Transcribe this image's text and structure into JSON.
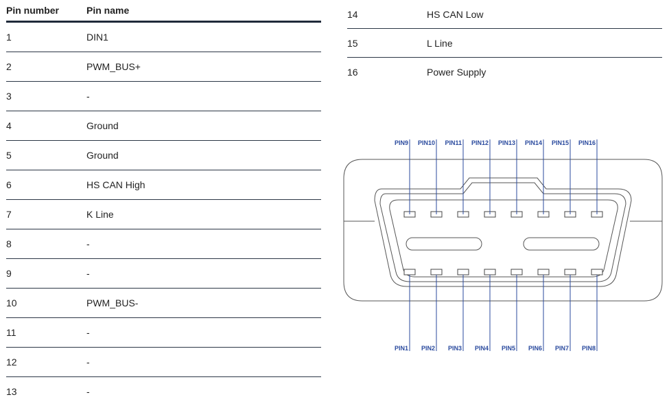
{
  "table": {
    "headers": [
      "Pin number",
      "Pin name"
    ],
    "rows_left": [
      [
        "1",
        "DIN1"
      ],
      [
        "2",
        "PWM_BUS+"
      ],
      [
        "3",
        "-"
      ],
      [
        "4",
        "Ground"
      ],
      [
        "5",
        "Ground"
      ],
      [
        "6",
        "HS CAN High"
      ],
      [
        "7",
        "K Line"
      ],
      [
        "8",
        "-"
      ],
      [
        "9",
        "-"
      ],
      [
        "10",
        "PWM_BUS-"
      ],
      [
        "11",
        "-"
      ],
      [
        "12",
        "-"
      ],
      [
        "13",
        "-"
      ]
    ],
    "rows_right": [
      [
        "14",
        "HS CAN Low"
      ],
      [
        "15",
        "L Line"
      ],
      [
        "16",
        "Power Supply"
      ]
    ]
  },
  "diagram": {
    "top_pins": [
      "PIN9",
      "PIN10",
      "PIN11",
      "PIN12",
      "PIN13",
      "PIN14",
      "PIN15",
      "PIN16"
    ],
    "bottom_pins": [
      "PIN1",
      "PIN2",
      "PIN3",
      "PIN4",
      "PIN5",
      "PIN6",
      "PIN7",
      "PIN8"
    ],
    "line_color": "#2a4a9e",
    "outline_color": "#555555"
  }
}
